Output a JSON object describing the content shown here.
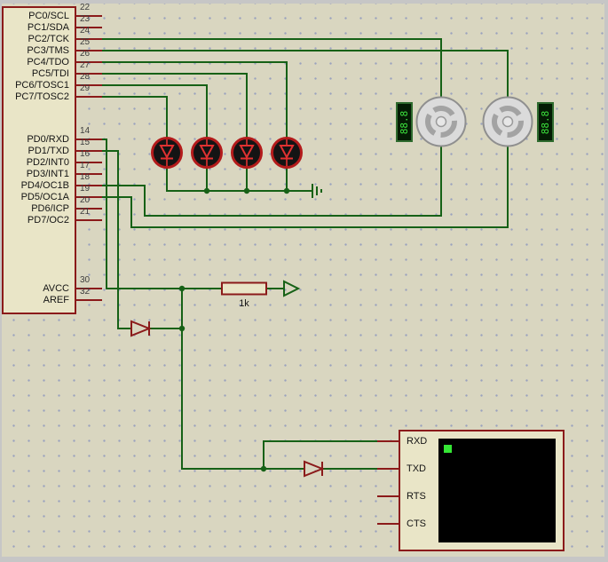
{
  "chip": {
    "pins": [
      {
        "label": "PC0/SCL",
        "number": "22"
      },
      {
        "label": "PC1/SDA",
        "number": "23"
      },
      {
        "label": "PC2/TCK",
        "number": "24"
      },
      {
        "label": "PC3/TMS",
        "number": "25"
      },
      {
        "label": "PC4/TDO",
        "number": "26"
      },
      {
        "label": "PC5/TDI",
        "number": "27"
      },
      {
        "label": "PC6/TOSC1",
        "number": "28"
      },
      {
        "label": "PC7/TOSC2",
        "number": "29"
      },
      {
        "label": "PD0/RXD",
        "number": "14"
      },
      {
        "label": "PD1/TXD",
        "number": "15"
      },
      {
        "label": "PD2/INT0",
        "number": "16"
      },
      {
        "label": "PD3/INT1",
        "number": "17"
      },
      {
        "label": "PD4/OC1B",
        "number": "18"
      },
      {
        "label": "PD5/OC1A",
        "number": "19"
      },
      {
        "label": "PD6/ICP",
        "number": "20"
      },
      {
        "label": "PD7/OC2",
        "number": "21"
      },
      {
        "label": "AVCC",
        "number": "30"
      },
      {
        "label": "AREF",
        "number": "32"
      }
    ]
  },
  "resistor": {
    "value": "1k"
  },
  "terminal": {
    "pins": [
      "RXD",
      "TXD",
      "RTS",
      "CTS"
    ]
  },
  "motors": [
    {
      "display": "88.8"
    },
    {
      "display": "88.8"
    }
  ],
  "colors": {
    "background": "#d9d6c0",
    "grid_dot": "#9aa2be",
    "wire_green": "#166116",
    "component_outline": "#8b1a1a",
    "component_fill": "#e9e5c7",
    "led_ring_red": "#b31b1b",
    "led_symbol_red": "#e03131",
    "motor_body_gray": "#dbdbdb",
    "display_green": "#3de23d",
    "screen_black": "#000000"
  }
}
